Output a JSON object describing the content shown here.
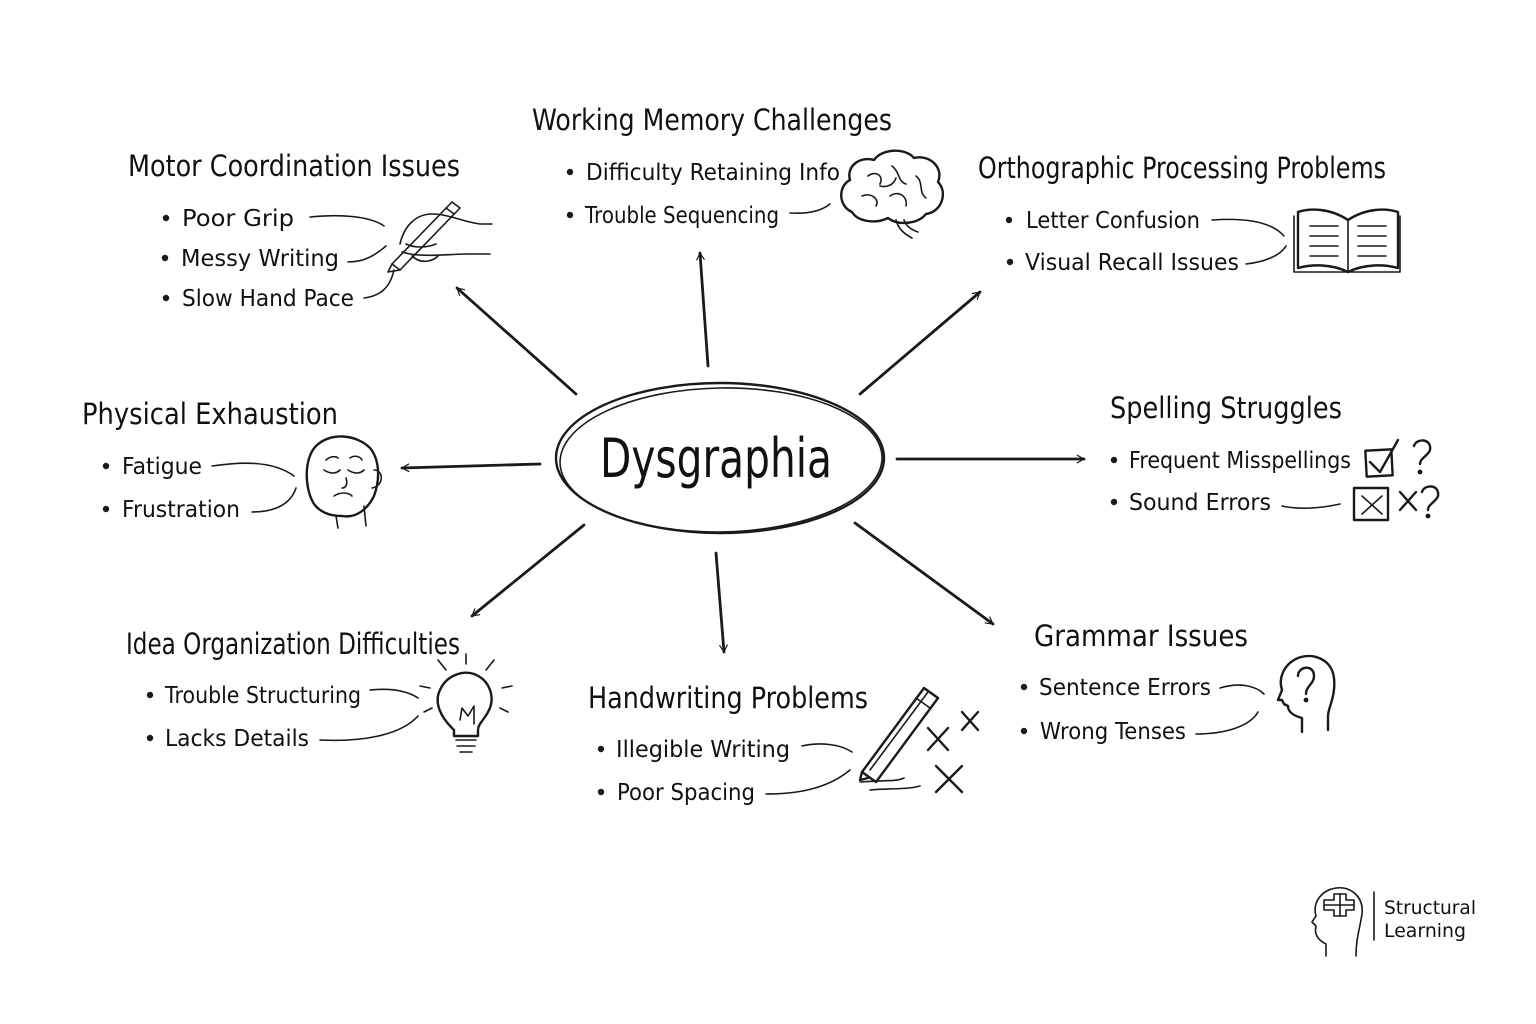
{
  "center": {
    "label": "Dysgraphia"
  },
  "branches": [
    {
      "key": "motor",
      "title": "Motor Coordination Issues",
      "icon": "writing-hand-icon",
      "items": [
        "Poor Grip",
        "Messy Writing",
        "Slow Hand Pace"
      ]
    },
    {
      "key": "memory",
      "title": "Working Memory Challenges",
      "icon": "brain-icon",
      "items": [
        "Difficulty Retaining Info",
        "Trouble Sequencing"
      ]
    },
    {
      "key": "ortho",
      "title": "Orthographic Processing Problems",
      "icon": "open-book-icon",
      "items": [
        "Letter Confusion",
        "Visual Recall Issues"
      ]
    },
    {
      "key": "exhaust",
      "title": "Physical Exhaustion",
      "icon": "tired-face-icon",
      "items": [
        "Fatigue",
        "Frustration"
      ]
    },
    {
      "key": "spelling",
      "title": "Spelling Struggles",
      "icon": "checkbox-question-icon",
      "items": [
        "Frequent Misspellings",
        "Sound Errors"
      ]
    },
    {
      "key": "idea",
      "title": "Idea Organization Difficulties",
      "icon": "lightbulb-icon",
      "items": [
        "Trouble Structuring",
        "Lacks Details"
      ]
    },
    {
      "key": "hand",
      "title": "Handwriting Problems",
      "icon": "pencil-cross-icon",
      "items": [
        "Illegible Writing",
        "Poor Spacing"
      ]
    },
    {
      "key": "grammar",
      "title": "Grammar Issues",
      "icon": "head-question-icon",
      "items": [
        "Sentence Errors",
        "Wrong Tenses"
      ]
    }
  ],
  "brand": {
    "line1": "Structural",
    "line2": "Learning",
    "icon": "head-puzzle-logo-icon"
  },
  "colors": {
    "ink": "#1a1a1a",
    "background": "#ffffff"
  }
}
